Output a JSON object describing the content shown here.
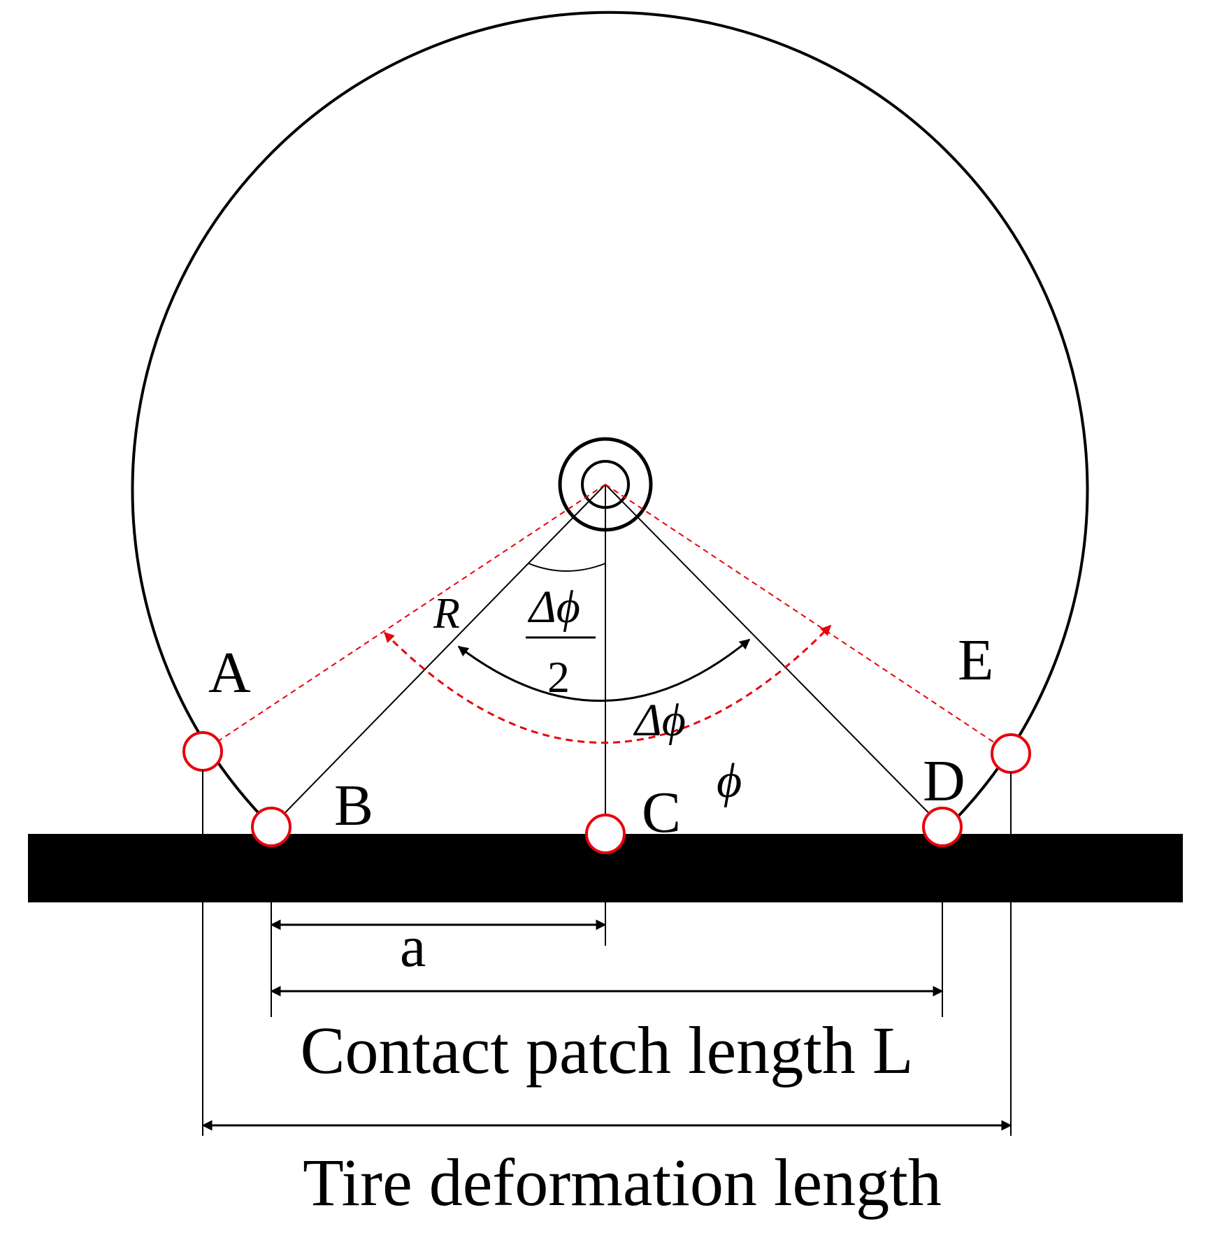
{
  "points": {
    "A": "A",
    "B": "B",
    "C": "C",
    "D": "D",
    "E": "E"
  },
  "symbols": {
    "radius": "R",
    "half_angle_numerator": "Δϕ",
    "half_angle_denominator": "2",
    "delta_phi": "Δϕ",
    "phi": "ϕ",
    "a": "a"
  },
  "dimensions": {
    "contact_patch": "Contact patch length L",
    "tire_deformation": "Tire deformation length"
  },
  "colors": {
    "stroke": "#000000",
    "accent": "#e8000b",
    "ground": "#000000"
  }
}
